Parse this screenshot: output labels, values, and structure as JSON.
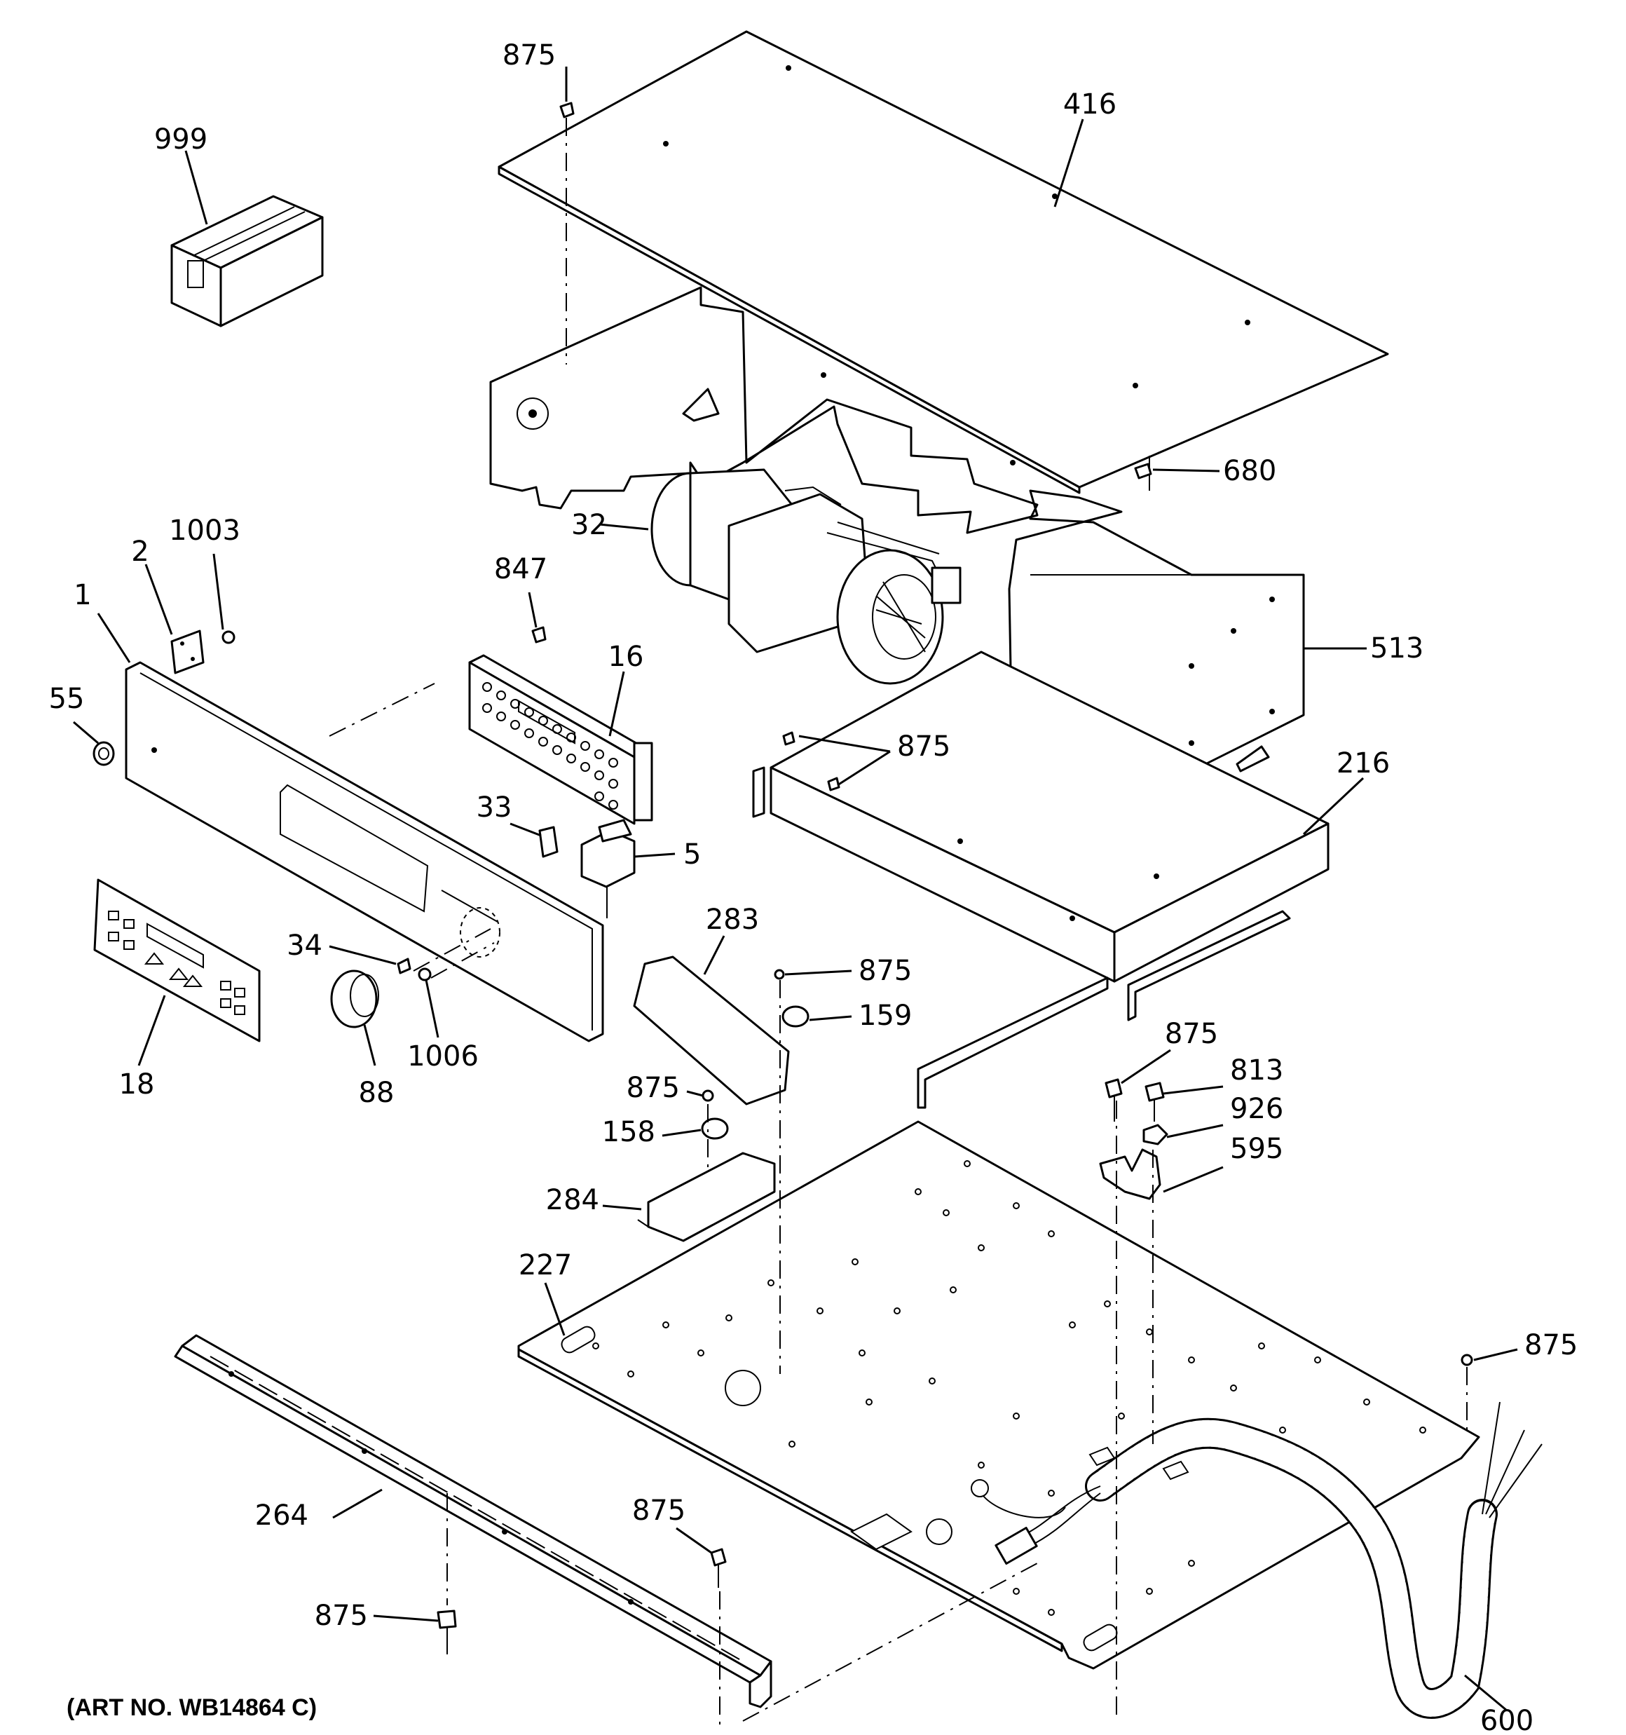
{
  "diagram": {
    "art_number": "(ART NO. WB14864 C)",
    "callouts": [
      {
        "id": "c999",
        "label": "999"
      },
      {
        "id": "c875_top",
        "label": "875"
      },
      {
        "id": "c416",
        "label": "416"
      },
      {
        "id": "c680",
        "label": "680"
      },
      {
        "id": "c32",
        "label": "32"
      },
      {
        "id": "c513",
        "label": "513"
      },
      {
        "id": "c1003",
        "label": "1003"
      },
      {
        "id": "c2",
        "label": "2"
      },
      {
        "id": "c1",
        "label": "1"
      },
      {
        "id": "c55",
        "label": "55"
      },
      {
        "id": "c847",
        "label": "847"
      },
      {
        "id": "c16",
        "label": "16"
      },
      {
        "id": "c875_mid",
        "label": "875"
      },
      {
        "id": "c216",
        "label": "216"
      },
      {
        "id": "c33",
        "label": "33"
      },
      {
        "id": "c5",
        "label": "5"
      },
      {
        "id": "c283",
        "label": "283"
      },
      {
        "id": "c34",
        "label": "34"
      },
      {
        "id": "c875_159",
        "label": "875"
      },
      {
        "id": "c159",
        "label": "159"
      },
      {
        "id": "c18",
        "label": "18"
      },
      {
        "id": "c88",
        "label": "88"
      },
      {
        "id": "c1006",
        "label": "1006"
      },
      {
        "id": "c875_bracket",
        "label": "875"
      },
      {
        "id": "c813",
        "label": "813"
      },
      {
        "id": "c926",
        "label": "926"
      },
      {
        "id": "c595",
        "label": "595"
      },
      {
        "id": "c875_158",
        "label": "875"
      },
      {
        "id": "c158",
        "label": "158"
      },
      {
        "id": "c284",
        "label": "284"
      },
      {
        "id": "c227",
        "label": "227"
      },
      {
        "id": "c875_right",
        "label": "875"
      },
      {
        "id": "c264",
        "label": "264"
      },
      {
        "id": "c875_bottom_mid",
        "label": "875"
      },
      {
        "id": "c875_bottom_left",
        "label": "875"
      },
      {
        "id": "c600",
        "label": "600"
      }
    ]
  }
}
